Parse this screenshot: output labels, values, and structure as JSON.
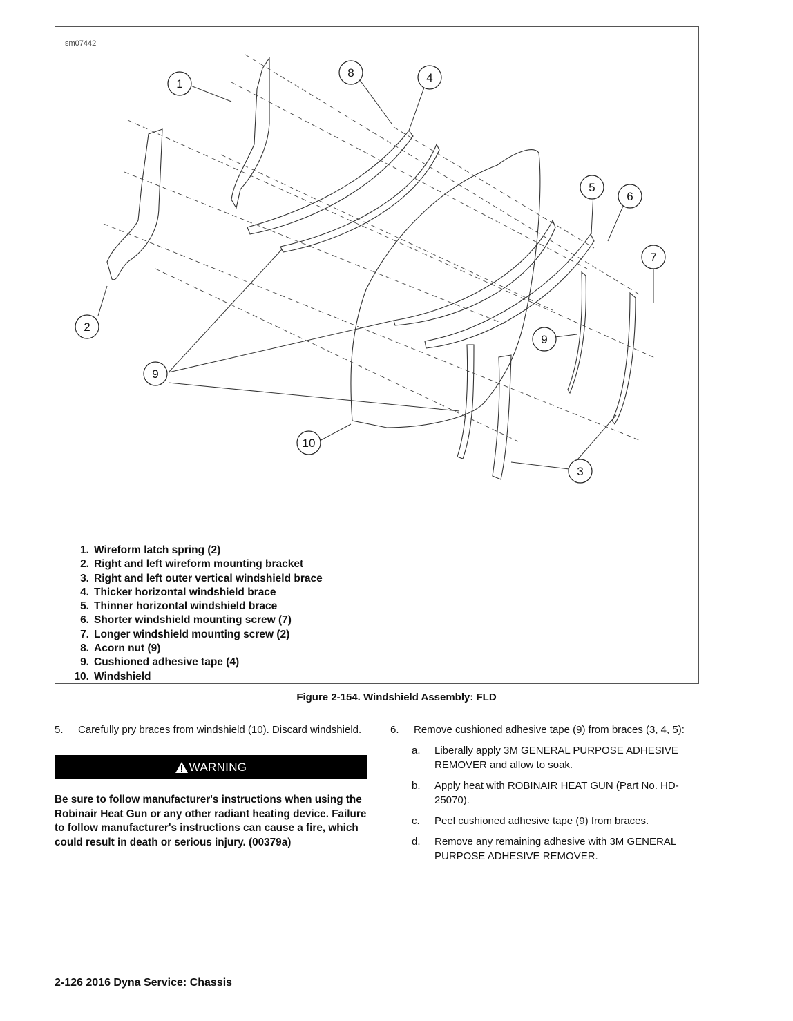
{
  "figure": {
    "id_label": "sm07442",
    "callouts": [
      "1",
      "2",
      "3",
      "4",
      "5",
      "6",
      "7",
      "8",
      "9",
      "9",
      "10"
    ],
    "legend": [
      {
        "num": "1.",
        "text": "Wireform latch spring (2)"
      },
      {
        "num": "2.",
        "text": "Right and left wireform mounting bracket"
      },
      {
        "num": "3.",
        "text": "Right and left outer vertical windshield brace"
      },
      {
        "num": "4.",
        "text": "Thicker horizontal windshield brace"
      },
      {
        "num": "5.",
        "text": "Thinner horizontal windshield brace"
      },
      {
        "num": "6.",
        "text": "Shorter windshield mounting screw (7)"
      },
      {
        "num": "7.",
        "text": "Longer windshield mounting screw (2)"
      },
      {
        "num": "8.",
        "text": "Acorn nut (9)"
      },
      {
        "num": "9.",
        "text": "Cushioned adhesive tape (4)"
      },
      {
        "num": "10.",
        "text": "Windshield"
      }
    ],
    "caption": "Figure 2-154. Windshield Assembly: FLD"
  },
  "step5": {
    "num": "5.",
    "text": "Carefully pry braces from windshield (10). Discard windshield."
  },
  "warning": {
    "label": "WARNING",
    "text": "Be sure to follow manufacturer's instructions when using the Robinair Heat Gun or any other radiant heating device. Failure to follow manufacturer's instructions can cause a fire, which could result in death or serious injury. (00379a)"
  },
  "step6": {
    "num": "6.",
    "text": "Remove cushioned adhesive tape (9) from braces (3, 4, 5):",
    "substeps": [
      {
        "num": "a.",
        "text": "Liberally apply 3M GENERAL PURPOSE ADHESIVE REMOVER and allow to soak."
      },
      {
        "num": "b.",
        "text": "Apply heat with ROBINAIR HEAT GUN (Part No. HD-25070)."
      },
      {
        "num": "c.",
        "text": "Peel cushioned adhesive tape (9) from braces."
      },
      {
        "num": "d.",
        "text": "Remove any remaining adhesive with 3M GENERAL PURPOSE ADHESIVE REMOVER."
      }
    ]
  },
  "footer": "2-126  2016 Dyna Service:  Chassis"
}
